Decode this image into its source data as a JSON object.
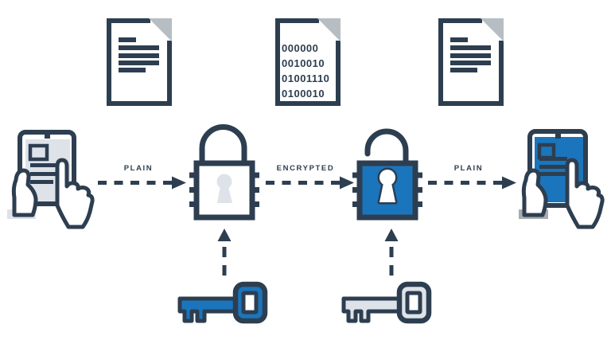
{
  "colors": {
    "navy": "#2d3e50",
    "blue": "#1b75bc",
    "light_gray": "#dde3e8",
    "fold_gray": "#b6bdc3",
    "shadow_gray": "#a9acaf",
    "background": "#ffffff"
  },
  "labels": {
    "plain_1": "PLAIN",
    "encrypted": "ENCRYPTED",
    "plain_2": "PLAIN"
  },
  "binary_document_lines": [
    "000000",
    "0010010",
    "01001110",
    "0100010"
  ],
  "icons": [
    "sender-tablet-icon",
    "plain-document-icon-left",
    "closed-padlock-icon",
    "binary-document-icon",
    "open-padlock-icon",
    "plain-document-icon-right",
    "receiver-tablet-icon",
    "encryption-key-icon",
    "decryption-key-icon",
    "dashed-arrow-right",
    "dashed-arrow-up"
  ]
}
